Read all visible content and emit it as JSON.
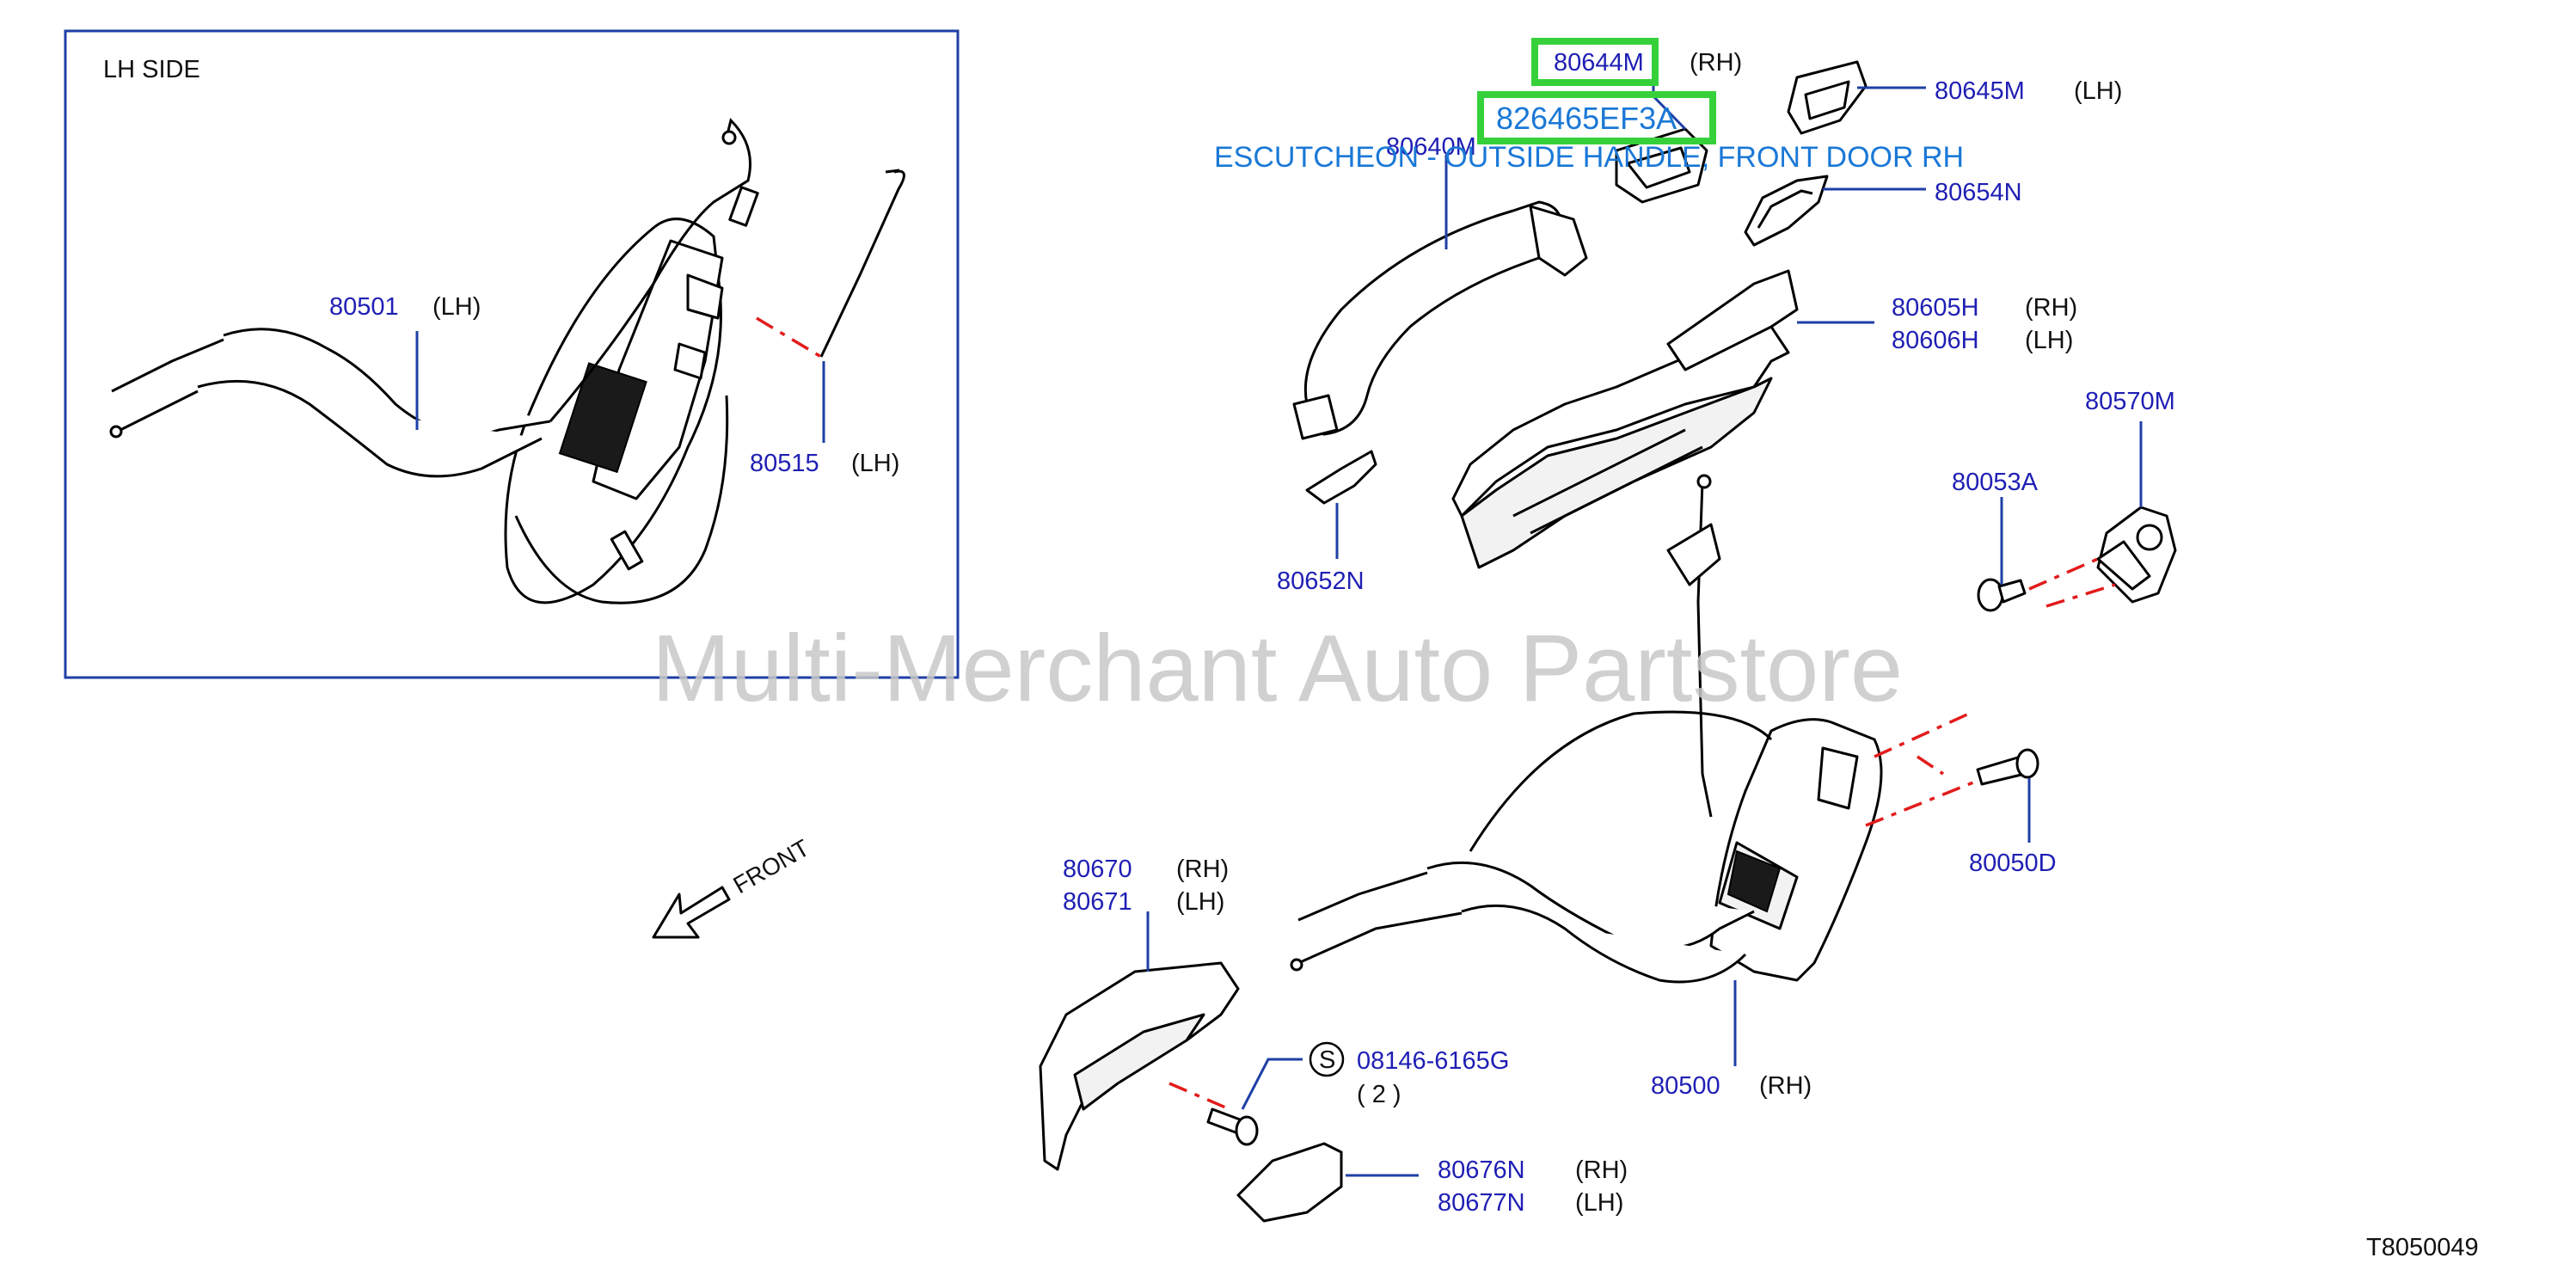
{
  "inset": {
    "title": "LH   SIDE"
  },
  "parts": {
    "p80501": {
      "number": "80501",
      "side": "(LH)",
      "icon": "lock-cable-icon"
    },
    "p80515": {
      "number": "80515",
      "side": "(LH)",
      "icon": "lock-rod-icon"
    },
    "p80644M": {
      "number": "80644M",
      "side": "(RH)"
    },
    "p80645M": {
      "number": "80645M",
      "side": "(LH)",
      "icon": "escutcheon-icon"
    },
    "p80640M": {
      "number": "80640M",
      "icon": "outside-handle-icon"
    },
    "p80654N": {
      "number": "80654N",
      "icon": "gasket-icon"
    },
    "p80605H": {
      "number": "80605H",
      "side": "(RH)"
    },
    "p80606H": {
      "number": "80606H",
      "side": "(LH)",
      "icon": "handle-bracket-icon"
    },
    "p80570M": {
      "number": "80570M",
      "icon": "striker-icon"
    },
    "p80053A": {
      "number": "80053A",
      "icon": "screw-icon"
    },
    "p80652N": {
      "number": "80652N",
      "icon": "gasket-icon"
    },
    "p80670": {
      "number": "80670",
      "side": "(RH)"
    },
    "p80671": {
      "number": "80671",
      "side": "(LH)",
      "icon": "inside-handle-icon"
    },
    "p08146": {
      "number": "08146-6165G",
      "qty": "( 2 )",
      "marker": "S",
      "icon": "bolt-icon"
    },
    "p80676N": {
      "number": "80676N",
      "side": "(RH)"
    },
    "p80677N": {
      "number": "80677N",
      "side": "(LH)",
      "icon": "cover-icon"
    },
    "p80500": {
      "number": "80500",
      "side": "(RH)",
      "icon": "door-lock-actuator-icon"
    },
    "p80050D": {
      "number": "80050D",
      "icon": "bolt-icon"
    }
  },
  "highlight": {
    "part_number": "826465EF3A",
    "description": "ESCUTCHEON - OUTSIDE HANDLE, FRONT DOOR RH",
    "color": "#36d13a"
  },
  "front_label": "FRONT",
  "watermark": "Multi-Merchant Auto Partstore",
  "diagram_code": "T8050049",
  "colors": {
    "part_number": "#1f1fb4",
    "leader": "#1f3fa6",
    "centerline": "#e21c1c",
    "highlight": "#36d13a",
    "callout": "#1a78d6"
  }
}
